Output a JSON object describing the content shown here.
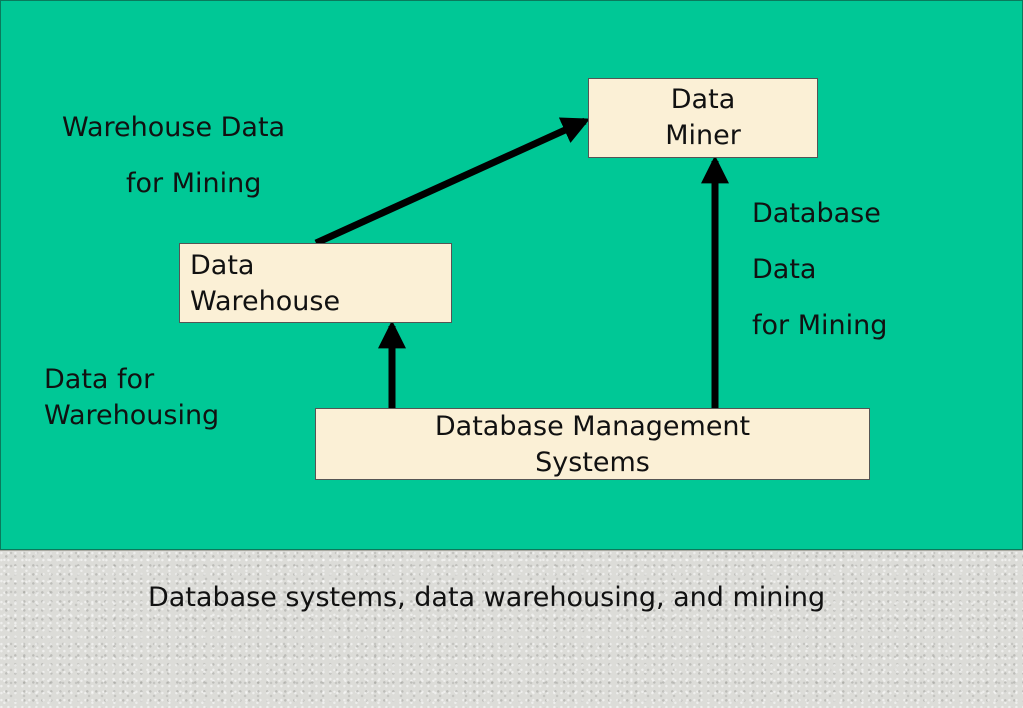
{
  "diagram": {
    "nodes": {
      "data_miner": [
        "Data",
        "Miner"
      ],
      "data_warehouse": [
        "Data",
        "Warehouse"
      ],
      "dbms": [
        "Database Management",
        "Systems"
      ]
    },
    "edge_labels": {
      "warehouse_to_miner": [
        "Warehouse Data",
        "for Mining"
      ],
      "dbms_to_miner": [
        "Database",
        "Data",
        "for Mining"
      ],
      "dbms_to_warehouse": [
        "Data for",
        "Warehousing"
      ]
    }
  },
  "caption": "Database systems, data warehousing, and mining",
  "colors": {
    "background": "#00c896",
    "box_fill": "#fbf0d6",
    "arrow": "#000000",
    "footer": "#dcdcd8"
  }
}
